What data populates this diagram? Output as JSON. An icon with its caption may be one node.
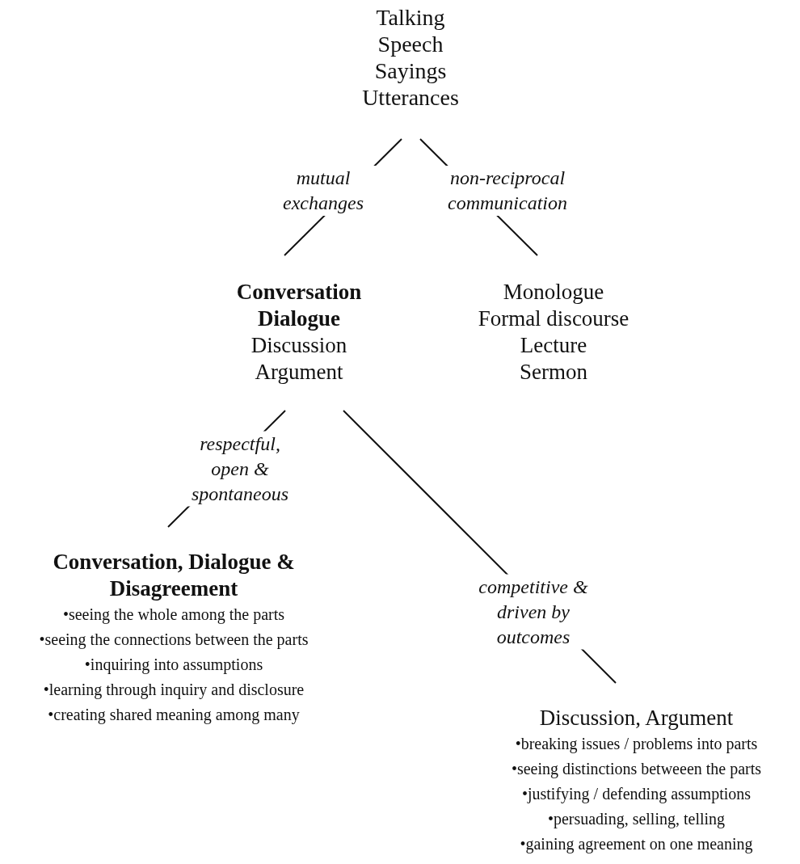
{
  "diagram": {
    "nodes": [
      {
        "text": [
          "Talking",
          "Speech",
          "Sayings",
          "Utterances"
        ]
      },
      {
        "text": [
          "Conversation Dialogue",
          "Discussion",
          "Argument"
        ]
      },
      {
        "text": [
          "Monologue",
          "Formal discourse",
          "Lecture",
          "Sermon"
        ]
      },
      {
        "text": [
          "Conversation, Dialogue & Disagreement",
          "•seeing the whole among the parts",
          "•seeing the connections between the parts",
          "•inquiring into assumptions",
          "•learning through inquiry and disclosure",
          "•creating shared meaning among many"
        ]
      },
      {
        "text": [
          "Discussion, Argument",
          "•breaking issues / problems into parts",
          "•seeing distinctions betweeen the parts",
          "•justifying / defending assumptions",
          "•persuading, selling, telling",
          "•gaining agreement on one meaning"
        ]
      }
    ],
    "edges": [
      {
        "from": 0,
        "to": 1,
        "arrow": "none",
        "label": "mutual exchanges"
      },
      {
        "from": 0,
        "to": 2,
        "arrow": "none",
        "label": "non-reciprocal communication"
      },
      {
        "from": 1,
        "to": 3,
        "arrow": "none",
        "label": "respectful, open & spontaneous"
      },
      {
        "from": 1,
        "to": 4,
        "arrow": "none",
        "label": "competitive & driven by outcomes"
      }
    ]
  }
}
